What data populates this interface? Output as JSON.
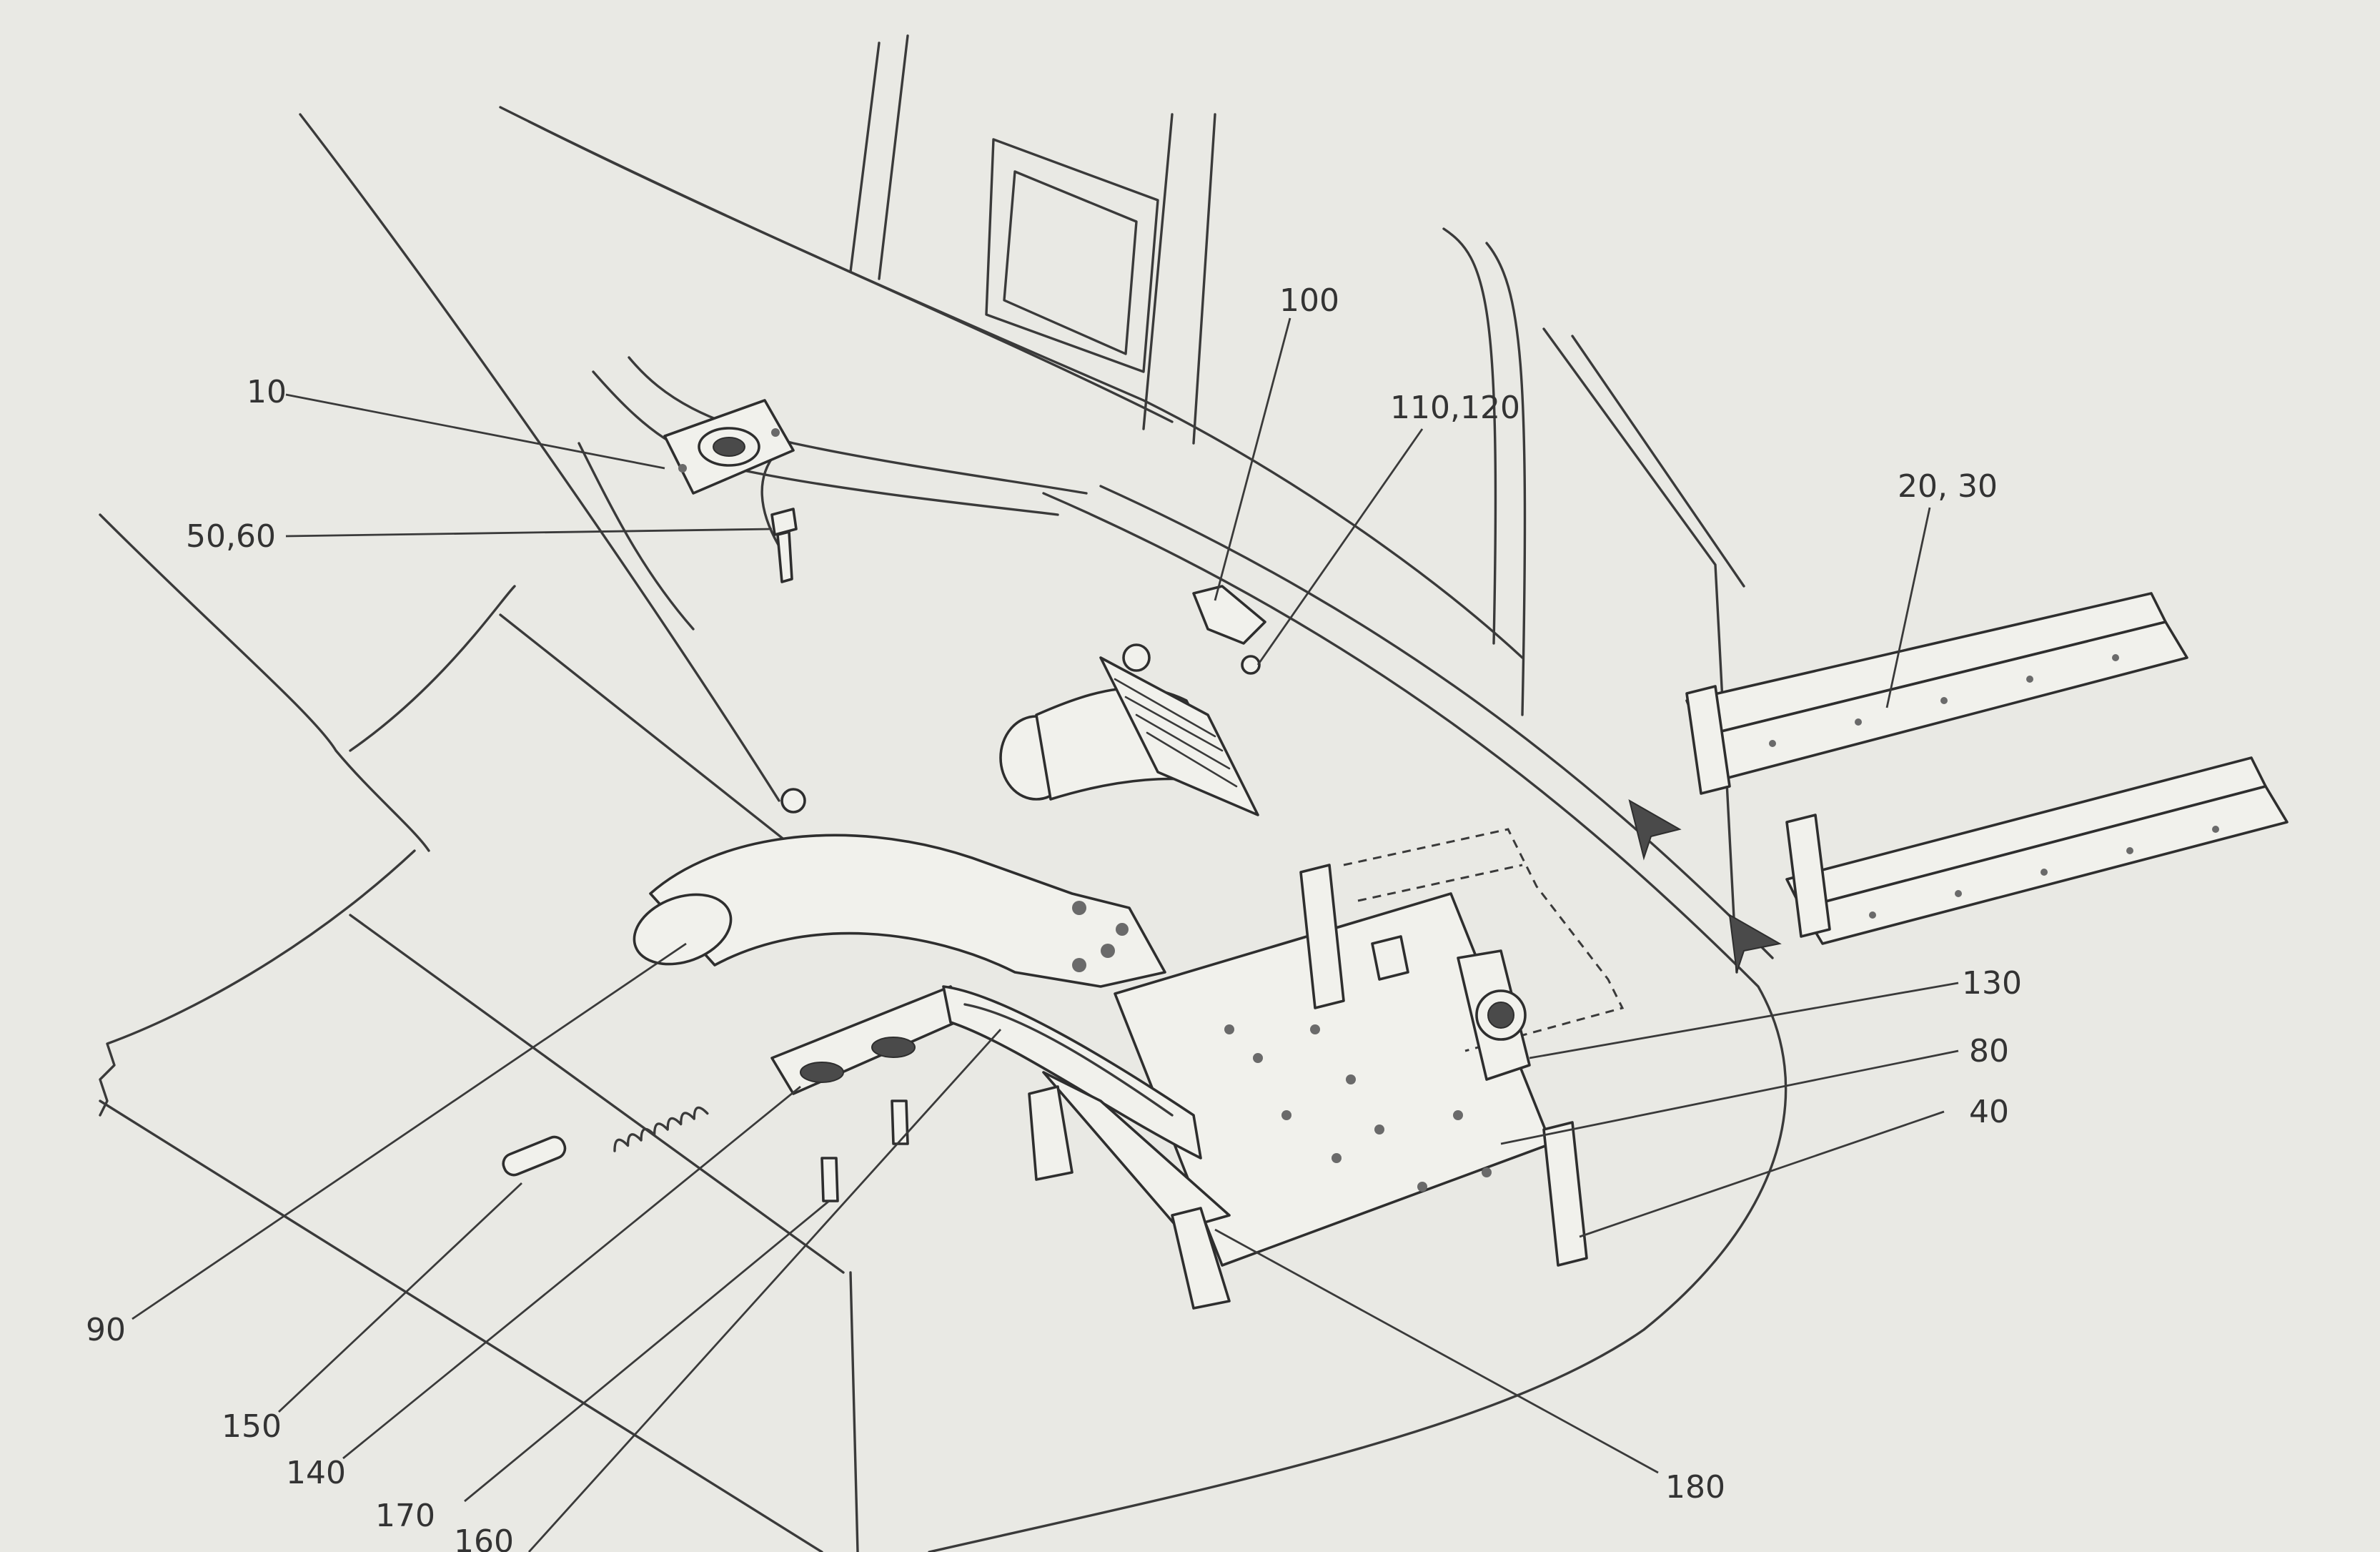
{
  "callouts": [
    {
      "id": "c10",
      "label": "10"
    },
    {
      "id": "c5060",
      "label": "50,60"
    },
    {
      "id": "c100",
      "label": "100"
    },
    {
      "id": "c110120",
      "label": "110,120"
    },
    {
      "id": "c2030",
      "label": "20, 30"
    },
    {
      "id": "c130",
      "label": "130"
    },
    {
      "id": "c80",
      "label": "80"
    },
    {
      "id": "c40",
      "label": "40"
    },
    {
      "id": "c90",
      "label": "90"
    },
    {
      "id": "c150",
      "label": "150"
    },
    {
      "id": "c140",
      "label": "140"
    },
    {
      "id": "c170",
      "label": "170"
    },
    {
      "id": "c160",
      "label": "160"
    },
    {
      "id": "c180",
      "label": "180"
    }
  ],
  "colors": {
    "paper": "#e9e9e4",
    "ink": "#333333"
  }
}
